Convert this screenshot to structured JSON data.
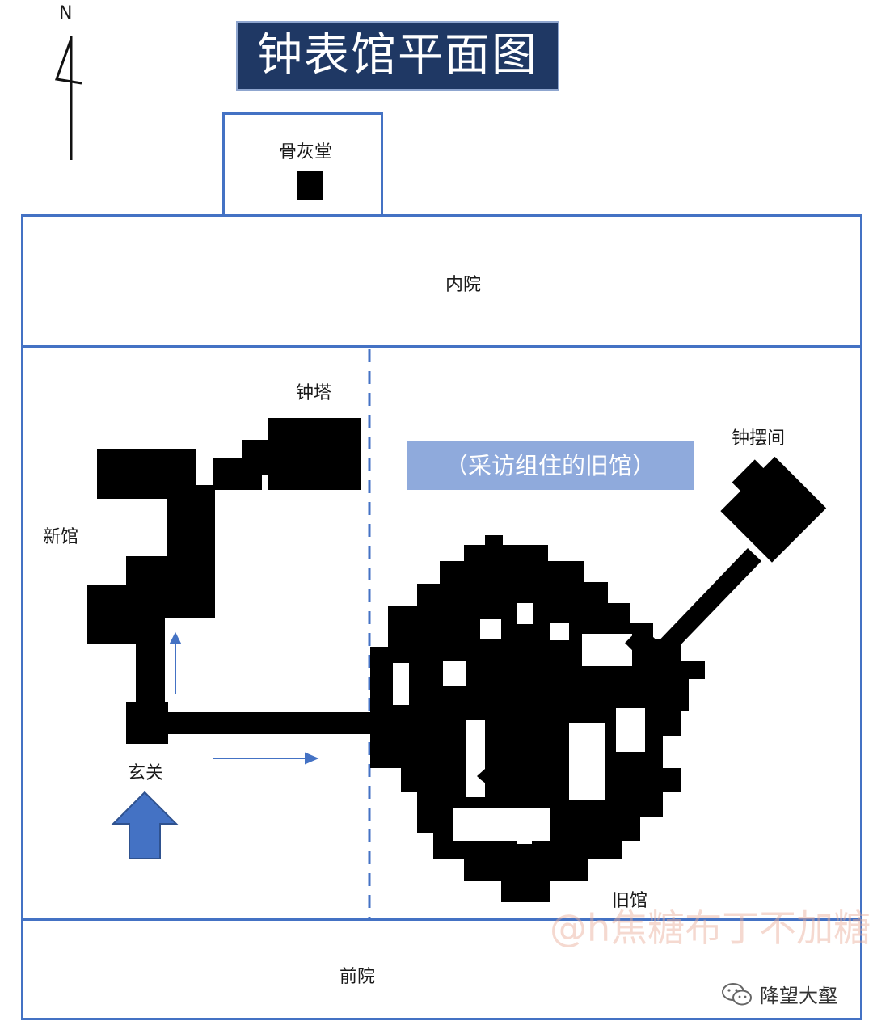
{
  "title": "钟表馆平面图",
  "north": {
    "letter": "N",
    "icon": "north-arrow-icon"
  },
  "subtitle_box": "（采访组住的旧馆）",
  "areas": {
    "ossuary": "骨灰堂",
    "inner_courtyard": "内院",
    "clock_tower": "钟塔",
    "pendulum_room": "钟摆间",
    "new_building": "新馆",
    "entrance": "玄关",
    "old_building": "旧馆",
    "front_courtyard": "前院"
  },
  "watermark": "@h焦糖布丁不加糖",
  "source": {
    "icon": "wechat-icon",
    "name": "降望大壑"
  },
  "colors": {
    "frame_blue": "#4472C4",
    "title_bg": "#1F3864",
    "subtitle_bg": "#8FAADC",
    "building_fill": "#000000",
    "entrance_arrow": "#4472C4"
  }
}
